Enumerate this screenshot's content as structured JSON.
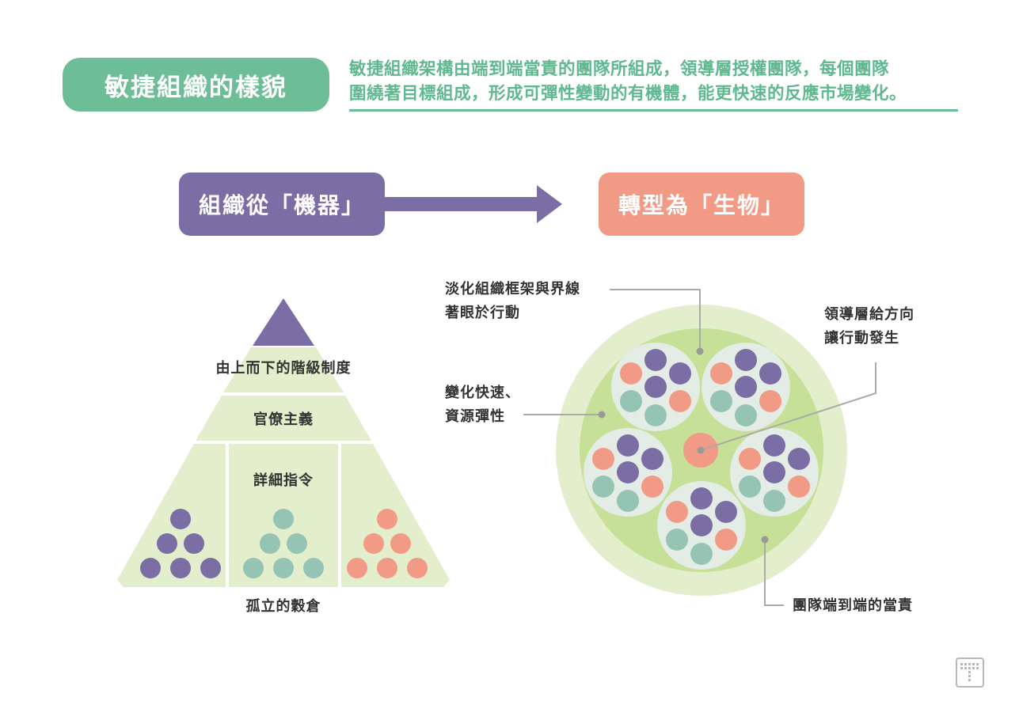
{
  "header": {
    "title": "敏捷組織的樣貌",
    "subtitle_line1": "敏捷組織架構由端到端當責的團隊所組成，領導層授權團隊，每個團隊",
    "subtitle_line2": "圍繞著目標組成，形成可彈性變動的有機體，能更快速的反應市場變化。"
  },
  "transition": {
    "from_label": "組織從「機器」",
    "to_label": "轉型為「生物」"
  },
  "pyramid": {
    "tier1_label": "由上而下的階級制度",
    "tier2_label": "官僚主義",
    "tier3_label": "詳細指令",
    "caption": "孤立的穀倉"
  },
  "organism": {
    "callout_framework_line1": "淡化組織框架與界線",
    "callout_framework_line2": "著眼於行動",
    "callout_change_line1": "變化快速、",
    "callout_change_line2": "資源彈性",
    "callout_leader_line1": "領導層給方向",
    "callout_leader_line2": "讓行動發生",
    "callout_accountability": "團隊端到端的當責"
  },
  "colors": {
    "green_accent": "#6dbd96",
    "purple": "#7b6ea4",
    "salmon": "#f19b86",
    "teal": "#96c4b4",
    "light_green": "#e3efcc",
    "mid_green": "#c6e098",
    "team_bg": "#e3ece5"
  },
  "icons": {
    "logo": "grid-t-logo-icon"
  }
}
